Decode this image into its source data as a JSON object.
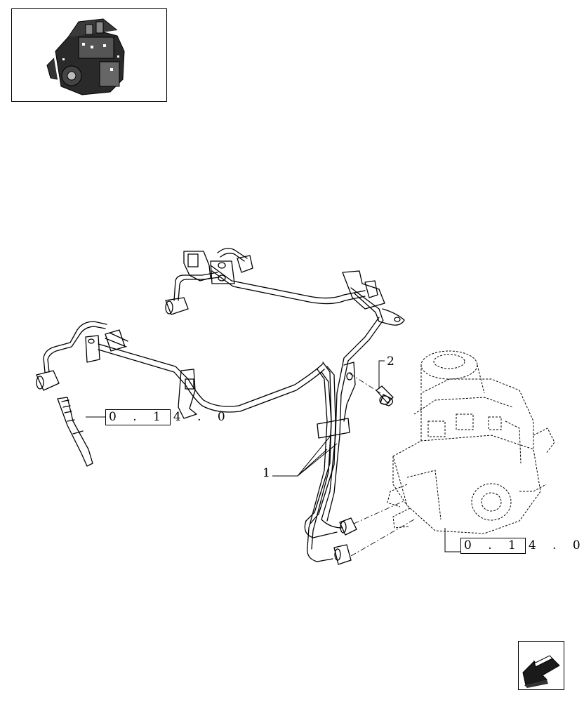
{
  "thumbnail": {
    "icon": "engine-thumbnail-icon"
  },
  "references": [
    {
      "boxed": "0 . 1",
      "rest": "4 . 0"
    },
    {
      "boxed": "0 . 1",
      "rest": "4 . 0"
    }
  ],
  "callouts": {
    "item1": "1",
    "item2": "2"
  },
  "navigation": {
    "icon": "next-page-arrow-icon"
  }
}
